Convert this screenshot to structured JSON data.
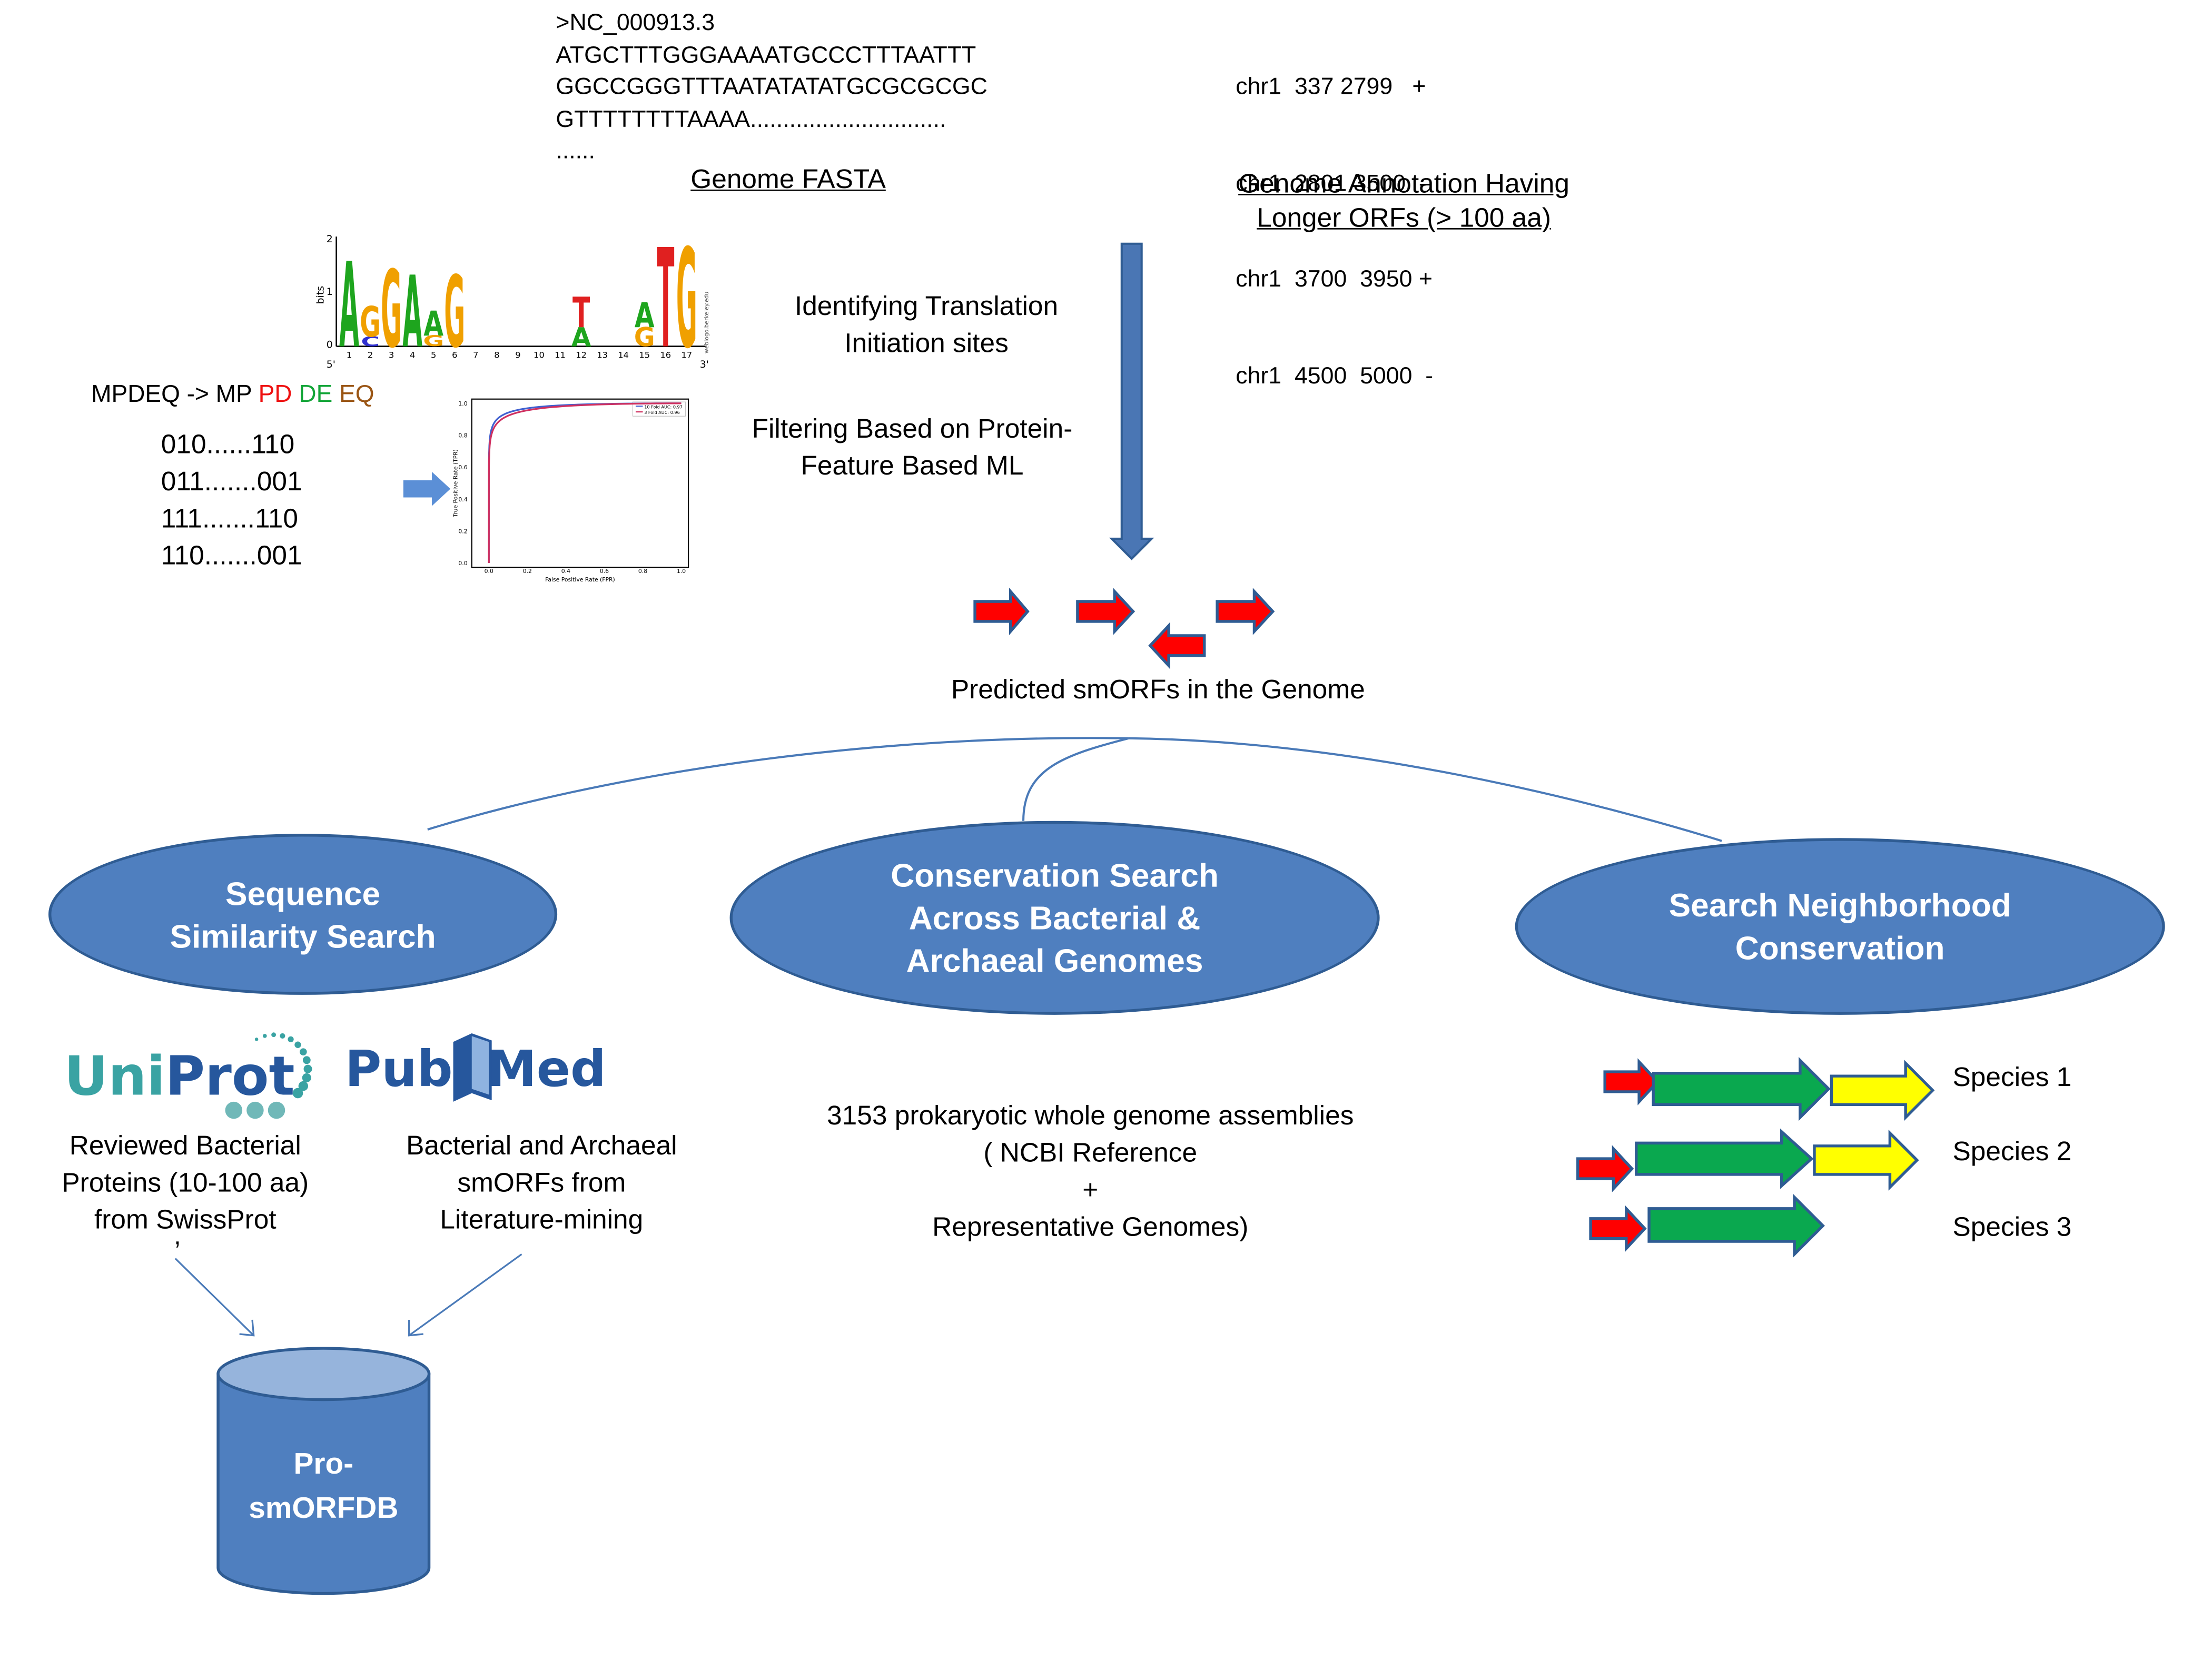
{
  "fasta": {
    "header": ">NC_000913.3",
    "lines": [
      "ATGCTTTGGGAAAATGCCCTTTAATTT",
      "GGCCGGGTTTAATATATATGCGCGCGC",
      "GTTTTTTTTAAAA..............................",
      "......"
    ],
    "label": "Genome FASTA"
  },
  "annotation": {
    "rows": [
      "chr1  337 2799   +",
      "chr1  2801 3500  -",
      "chr1  3700  3950 +",
      "chr1  4500  5000  -"
    ],
    "label_line1": "Genome Annotation Having",
    "label_line2": "Longer ORFs (> 100 aa)"
  },
  "steps": {
    "tis_line1": "Identifying Translation",
    "tis_line2": "Initiation sites",
    "ml_line1": "Filtering Based on Protein-",
    "ml_line2": "Feature Based ML"
  },
  "logo": {
    "ylabel": "bits",
    "yticks": [
      "2",
      "1",
      "0"
    ],
    "end5": "5'",
    "end3": "3'",
    "positions": [
      "1",
      "2",
      "3",
      "4",
      "5",
      "6",
      "7",
      "8",
      "9",
      "10",
      "11",
      "12",
      "13",
      "14",
      "15",
      "16",
      "17"
    ],
    "credit": "weblogo.berkeley.edu",
    "letters": [
      {
        "pos": 1,
        "letter": "A",
        "color": "#1ea51e"
      },
      {
        "pos": 2,
        "letter": "G",
        "color": "#f0a000"
      },
      {
        "pos": 2,
        "letter": "C",
        "color": "#3030d0"
      },
      {
        "pos": 3,
        "letter": "G",
        "color": "#f0a000"
      },
      {
        "pos": 4,
        "letter": "A",
        "color": "#1ea51e"
      },
      {
        "pos": 5,
        "letter": "A",
        "color": "#1ea51e"
      },
      {
        "pos": 5,
        "letter": "G",
        "color": "#f0a000"
      },
      {
        "pos": 6,
        "letter": "G",
        "color": "#f0a000"
      },
      {
        "pos": 12,
        "letter": "T",
        "color": "#e02020"
      },
      {
        "pos": 12,
        "letter": "A",
        "color": "#1ea51e"
      },
      {
        "pos": 15,
        "letter": "A",
        "color": "#1ea51e"
      },
      {
        "pos": 15,
        "letter": "G",
        "color": "#f0a000"
      },
      {
        "pos": 16,
        "letter": "T",
        "color": "#e02020"
      },
      {
        "pos": 17,
        "letter": "G",
        "color": "#f0a000"
      }
    ]
  },
  "encoding": {
    "prefix": "MPDEQ -> MP ",
    "pd": "PD",
    "de": "DE",
    "eq": "EQ",
    "colors": {
      "pd": "#ee1111",
      "de": "#13a538",
      "eq": "#9a5514"
    },
    "binary": [
      "010......110",
      "011.......001",
      "111.......110",
      "110.......001"
    ]
  },
  "roc": {
    "xlabel": "False Positive Rate (FPR)",
    "ylabel": "True Positive Rate (TPR)",
    "ticks": [
      "0.0",
      "0.2",
      "0.4",
      "0.6",
      "0.8",
      "1.0"
    ],
    "legend": [
      "10 Fold AUC: 0.97",
      "3 Fold AUC: 0.96"
    ],
    "colors": [
      "#4060d0",
      "#d03060"
    ]
  },
  "predicted_label": "Predicted smORFs in the Genome",
  "ovals": {
    "seq_line1": "Sequence",
    "seq_line2": "Similarity Search",
    "cons_line1": "Conservation Search",
    "cons_line2": "Across  Bacterial &",
    "cons_line3": "Archaeal  Genomes",
    "neigh_line1": "Search Neighborhood",
    "neigh_line2": "Conservation"
  },
  "uniprot": {
    "logo_uni": "Uni",
    "logo_prot": "Prot",
    "line1": "Reviewed Bacterial",
    "line2": "Proteins  (10-100 aa)",
    "line3": "from SwissProt",
    "stray": ","
  },
  "pubmed": {
    "logo_pub": "Pub",
    "logo_med": "Med",
    "line1": "Bacterial  and Archaeal",
    "line2": "smORFs   from",
    "line3": "Literature-mining"
  },
  "genomes": {
    "line1": "3153 prokaryotic whole genome assemblies",
    "line2": "( NCBI Reference",
    "line3": "+",
    "line4": "Representative Genomes)"
  },
  "species": [
    "Species 1",
    "Species 2",
    "Species 3"
  ],
  "database": {
    "line1": "Pro-",
    "line2": "smORFDB"
  },
  "colors": {
    "oval_fill": "#4f7fbf",
    "arrow_blue": "#4a76b4",
    "red": "#ff0000",
    "green": "#0aa84f",
    "yellow": "#ffff00",
    "connector": "#4a7ab8",
    "cylinder_top": "#96b4dc",
    "uniprot_teal": "#3aa3a3",
    "pubmed_blue": "#26579d"
  }
}
